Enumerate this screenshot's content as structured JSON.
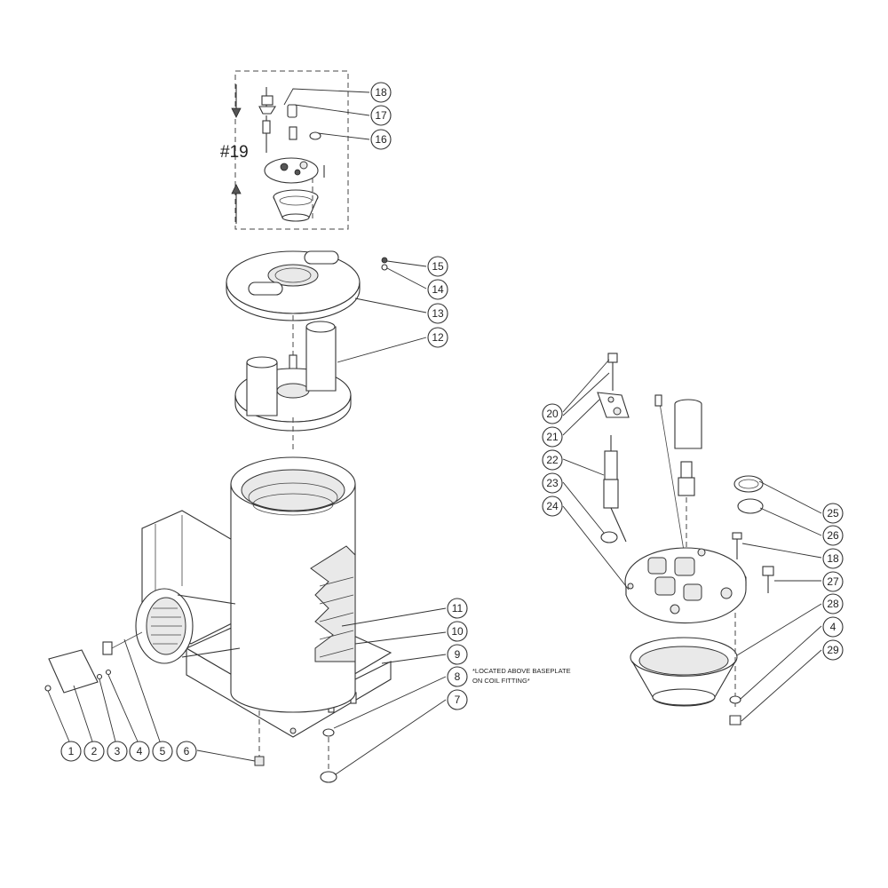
{
  "callouts": [
    {
      "label": "1"
    },
    {
      "label": "2"
    },
    {
      "label": "3"
    },
    {
      "label": "4"
    },
    {
      "label": "5"
    },
    {
      "label": "6"
    },
    {
      "label": "7"
    },
    {
      "label": "8"
    },
    {
      "label": "9"
    },
    {
      "label": "10"
    },
    {
      "label": "11"
    },
    {
      "label": "12"
    },
    {
      "label": "13"
    },
    {
      "label": "14"
    },
    {
      "label": "15"
    },
    {
      "label": "16"
    },
    {
      "label": "17"
    },
    {
      "label": "18"
    },
    {
      "label": "20"
    },
    {
      "label": "21"
    },
    {
      "label": "22"
    },
    {
      "label": "23"
    },
    {
      "label": "24"
    },
    {
      "label": "25"
    },
    {
      "label": "26"
    },
    {
      "label": "18"
    },
    {
      "label": "27"
    },
    {
      "label": "28"
    },
    {
      "label": "4"
    },
    {
      "label": "29"
    }
  ],
  "subassembly_label": "#19",
  "note": {
    "line1": "*LOCATED ABOVE BASEPLATE",
    "line2": "ON COIL FITTING*"
  }
}
